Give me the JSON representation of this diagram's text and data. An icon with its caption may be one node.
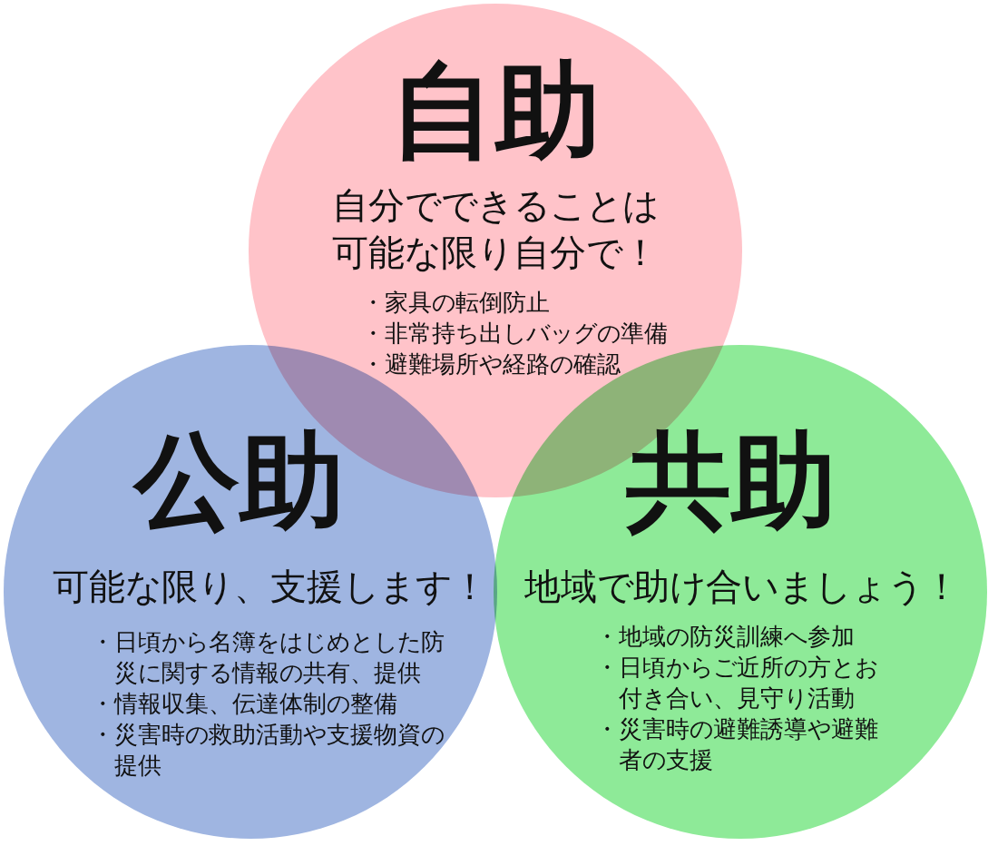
{
  "diagram": {
    "nodes": [
      {
        "text": [
          "自助",
          "自分でできることは可能な限り自分で！",
          "・家具の転倒防止",
          "・非常持ち出しバッグの準備",
          "・避難場所や経路の確認"
        ]
      },
      {
        "text": [
          "公助",
          "可能な限り、支援します！",
          "・日頃から名簿をはじめとした防災に関する情報の共有、提供",
          "・情報収集、伝達体制の整備",
          "・災害時の救助活動や支援物資の提供"
        ]
      },
      {
        "text": [
          "共助",
          "地域で助け合いましょう！",
          "・地域の防災訓練へ参加",
          "・日頃からご近所の方とお付き合い、見守り活動",
          "・災害時の避難誘導や避難者の支援"
        ]
      }
    ]
  }
}
